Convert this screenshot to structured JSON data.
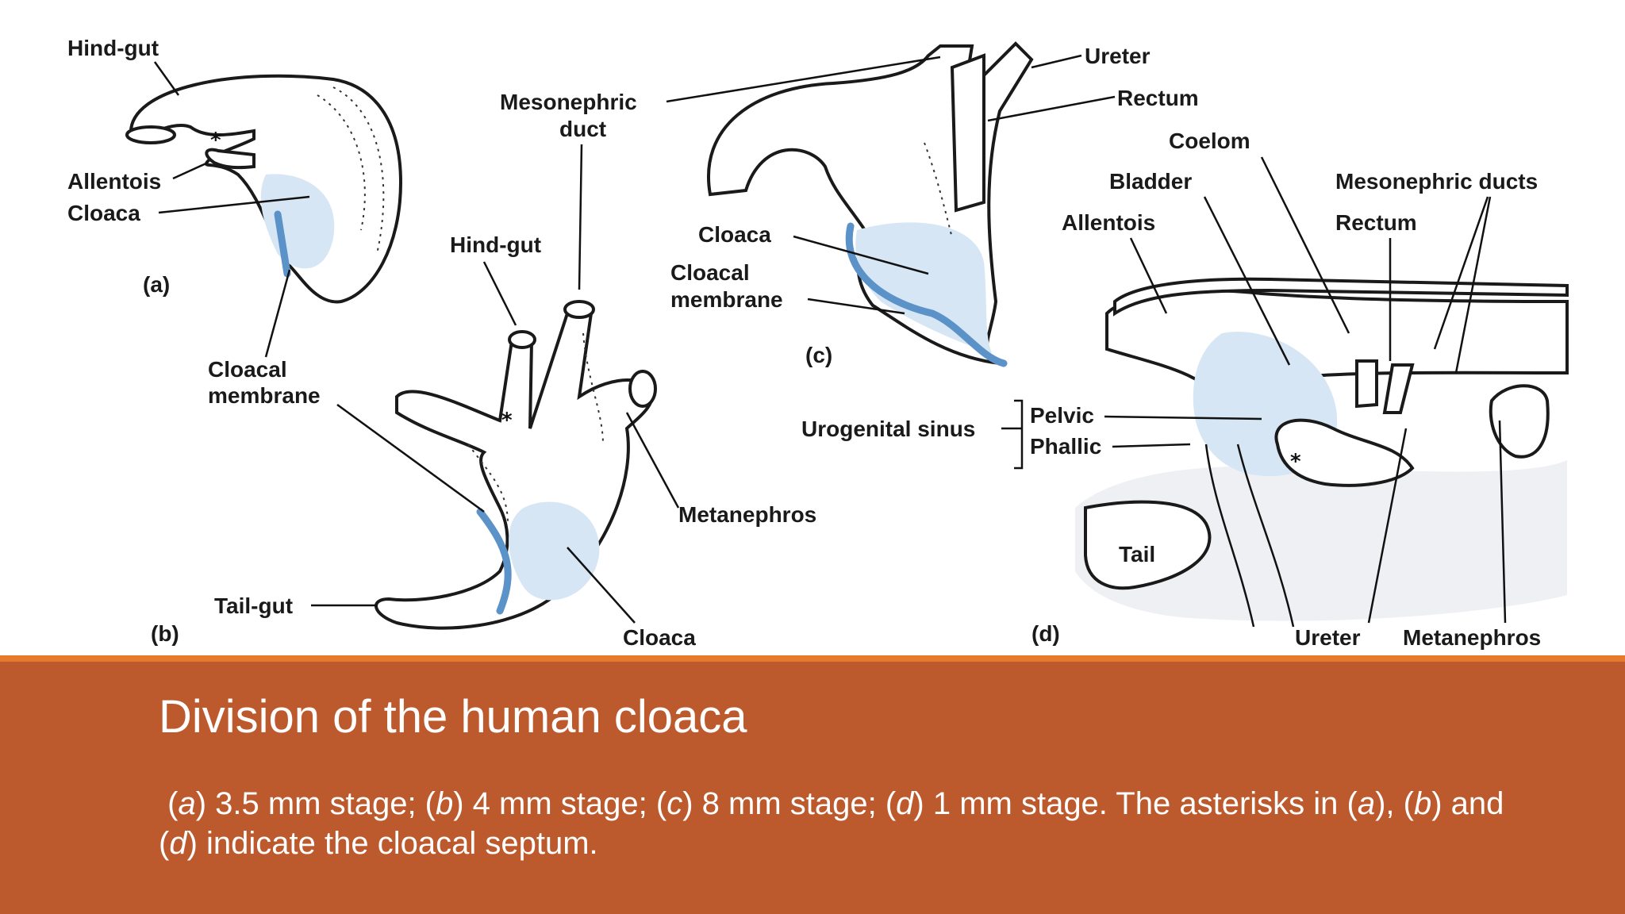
{
  "figure": {
    "panel_a": {
      "tag": "(a)",
      "labels": {
        "hindgut": "Hind-gut",
        "allantois": "Allentois",
        "cloaca": "Cloaca",
        "cloacal_membrane_1": "Cloacal",
        "cloacal_membrane_2": "membrane"
      },
      "asterisk": "*"
    },
    "panel_b": {
      "tag": "(b)",
      "labels": {
        "mesonephric_duct_1": "Mesonephric",
        "mesonephric_duct_2": "duct",
        "hindgut": "Hind-gut",
        "metanephros": "Metanephros",
        "tailgut": "Tail-gut",
        "cloaca": "Cloaca"
      },
      "asterisk": "*"
    },
    "panel_c": {
      "tag": "(c)",
      "labels": {
        "ureter": "Ureter",
        "rectum": "Rectum",
        "cloaca": "Cloaca",
        "cloacal_membrane_1": "Cloacal",
        "cloacal_membrane_2": "membrane"
      }
    },
    "panel_d": {
      "tag": "(d)",
      "labels": {
        "coelom": "Coelom",
        "bladder": "Bladder",
        "allantois": "Allentois",
        "mesonephric_ducts": "Mesonephric ducts",
        "rectum": "Rectum",
        "urogenital_sinus": "Urogenital sinus",
        "pelvic": "Pelvic",
        "phallic": "Phallic",
        "tail": "Tail",
        "ureter": "Ureter",
        "metanephros": "Metanephros"
      },
      "asterisk": "*"
    }
  },
  "slide": {
    "title": "Division of the human cloaca",
    "caption": {
      "a": "a",
      "a_text": ") 3.5 mm stage; (",
      "b": "b",
      "b_text": ") 4 mm stage; (",
      "c": "c",
      "c_text": ") 8 mm stage; (",
      "d": "d",
      "d_text": ") 1 mm stage. The asterisks in (",
      "a2": "a",
      "sep1": "), (",
      "b2": "b",
      "sep2": ") and (",
      "d2": "d",
      "end": ") indicate the cloacal septum."
    }
  },
  "colors": {
    "band": "#bd5a2d",
    "accent_line": "#e57b2a",
    "membrane_blue": "#5b93c9",
    "cloaca_fill": "#d6e6f5"
  }
}
